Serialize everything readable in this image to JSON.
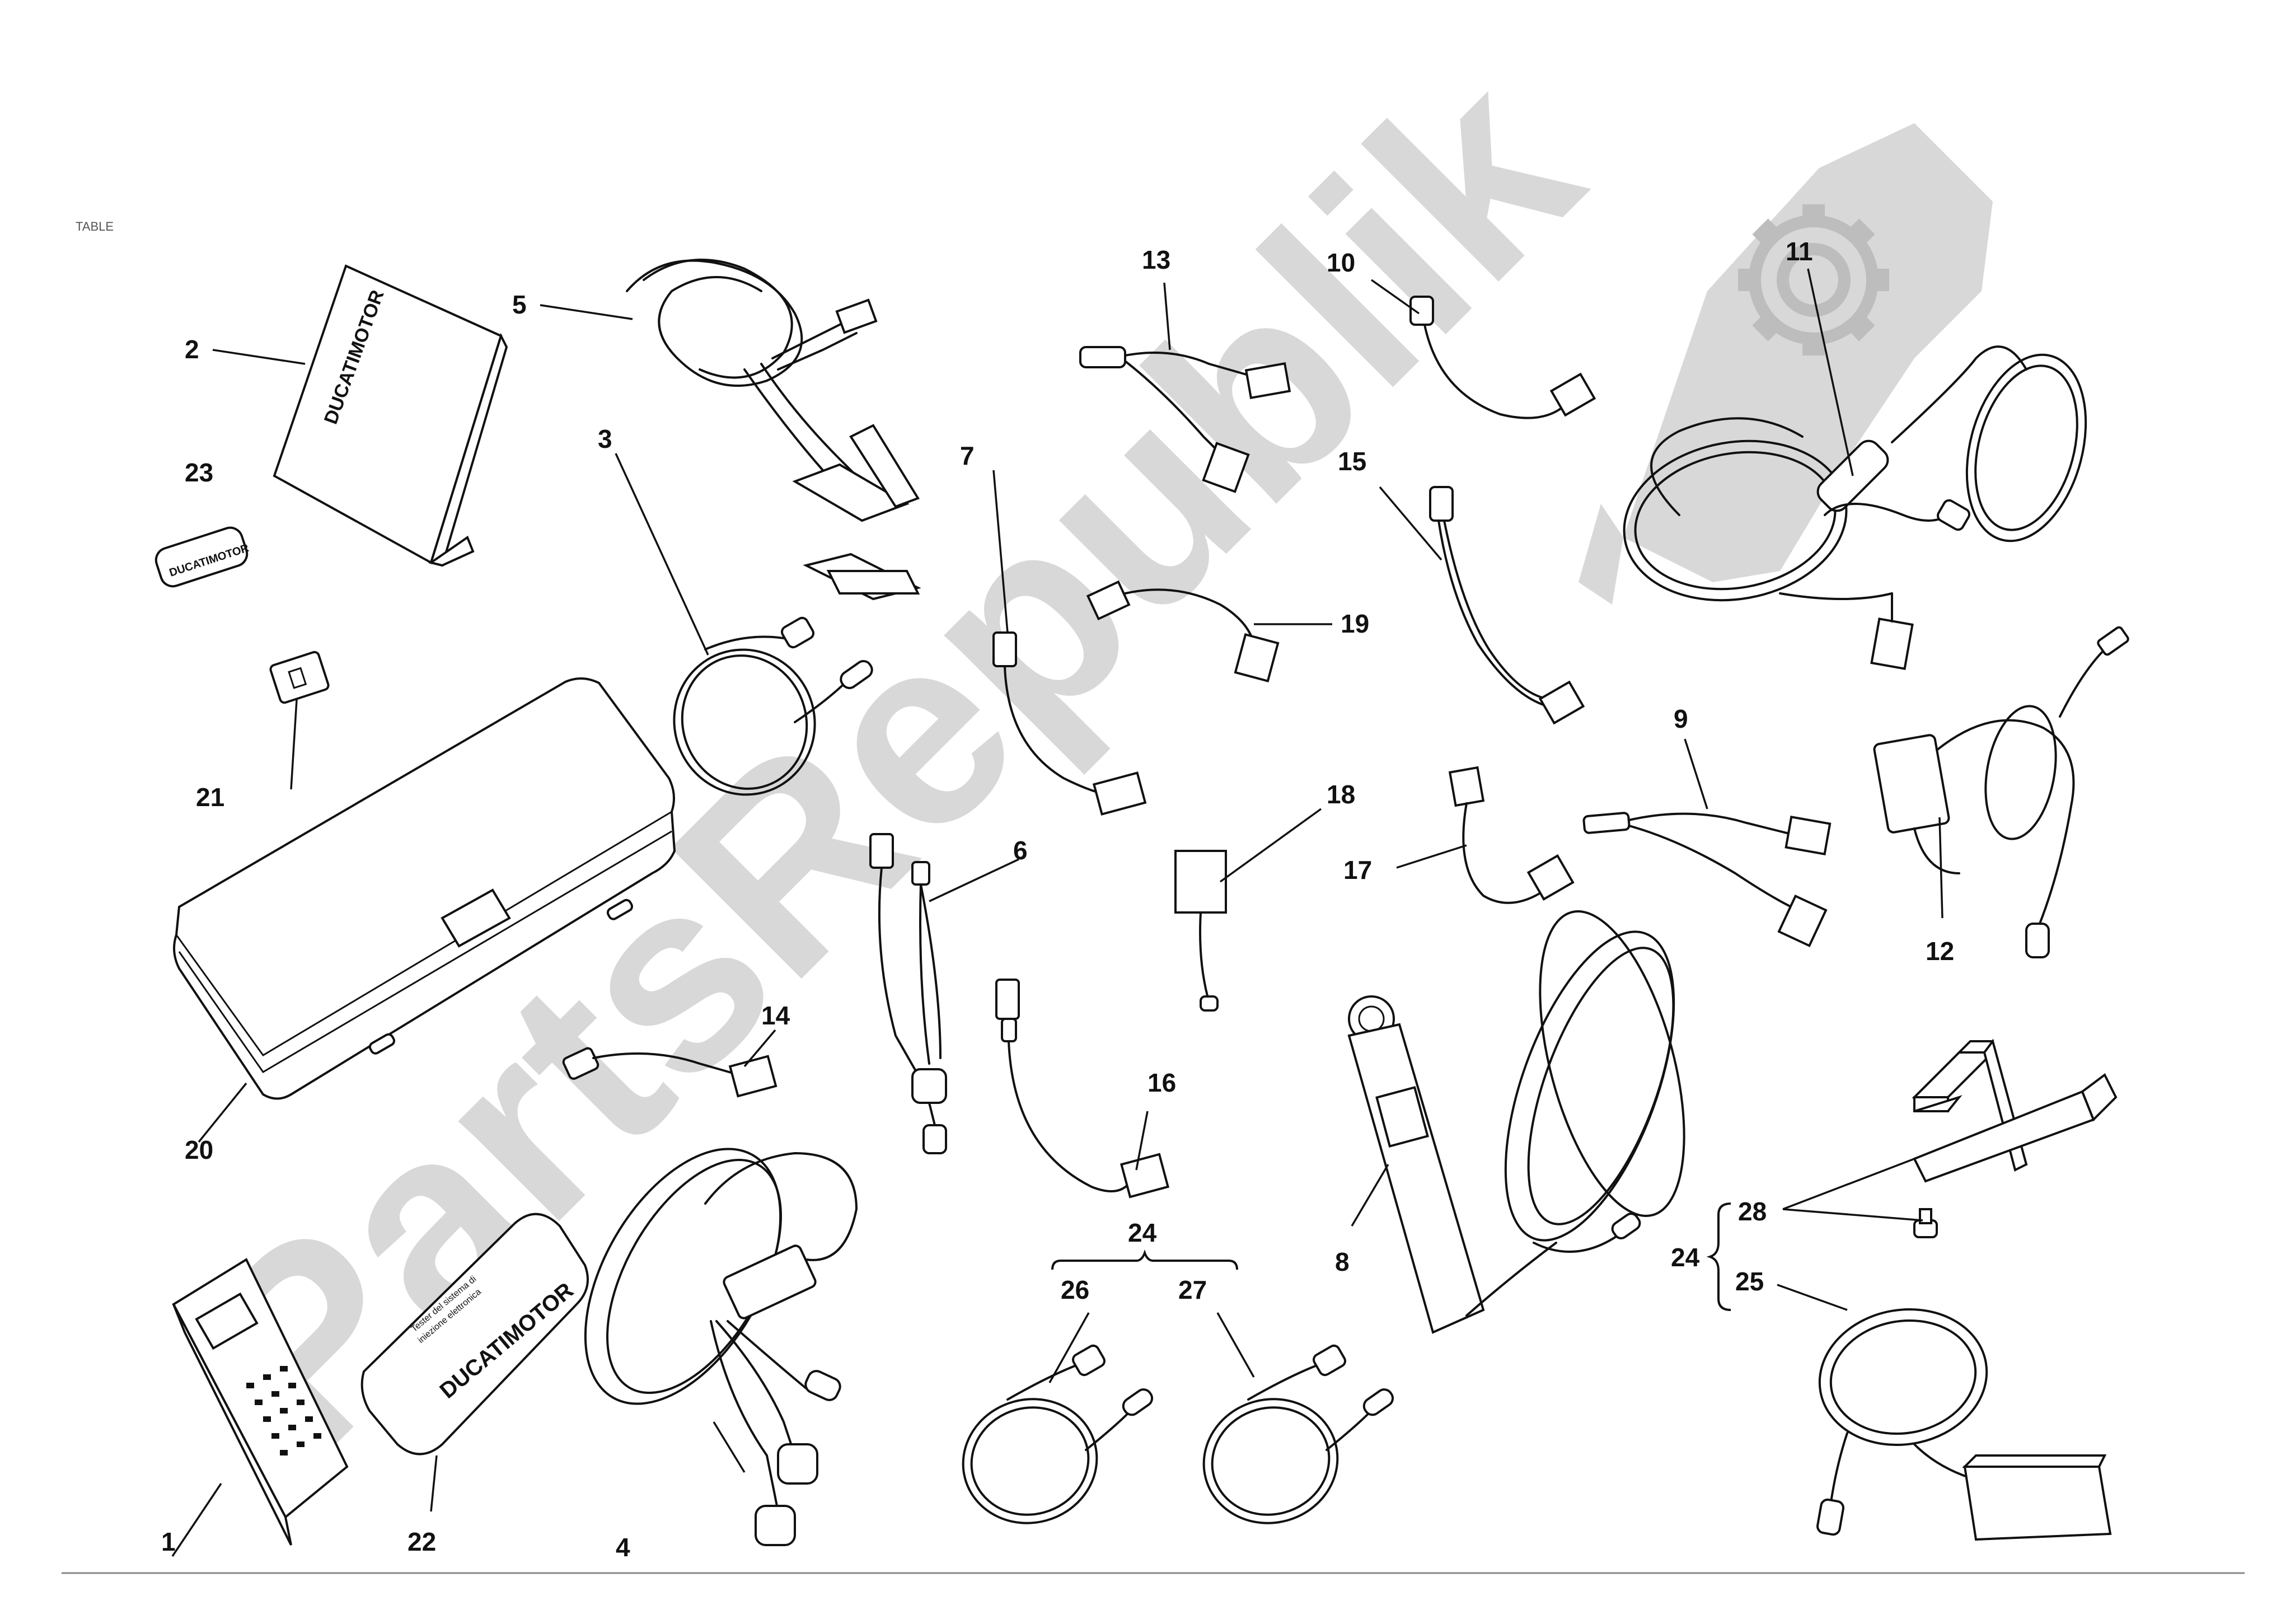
{
  "watermark": {
    "text": "PartsRepublik",
    "color": "#d8d8d8",
    "logo_icon": "gear-flag-logo-icon"
  },
  "header": {
    "tiny_text": "TABLE"
  },
  "brand": {
    "manual_cover": "DUCATIMOTOR",
    "sticker": "DUCATIMOTOR",
    "pouch_brand": "DUCATIMOTOR",
    "pouch_text_1": "Tester del sistema di",
    "pouch_text_2": "iniezione elettronica"
  },
  "callouts": {
    "c1": "1",
    "c2": "2",
    "c3": "3",
    "c4": "4",
    "c5": "5",
    "c6": "6",
    "c7": "7",
    "c8": "8",
    "c9": "9",
    "c10": "10",
    "c11": "11",
    "c12": "12",
    "c13": "13",
    "c14": "14",
    "c15": "15",
    "c16": "16",
    "c17": "17",
    "c18": "18",
    "c19": "19",
    "c20": "20",
    "c21": "21",
    "c22": "22",
    "c23": "23",
    "c24a": "24",
    "c24b": "24",
    "c25": "25",
    "c26": "26",
    "c27": "27",
    "c28": "28"
  },
  "colors": {
    "line": "#111111",
    "background": "#ffffff",
    "watermark": "#d8d8d8"
  }
}
